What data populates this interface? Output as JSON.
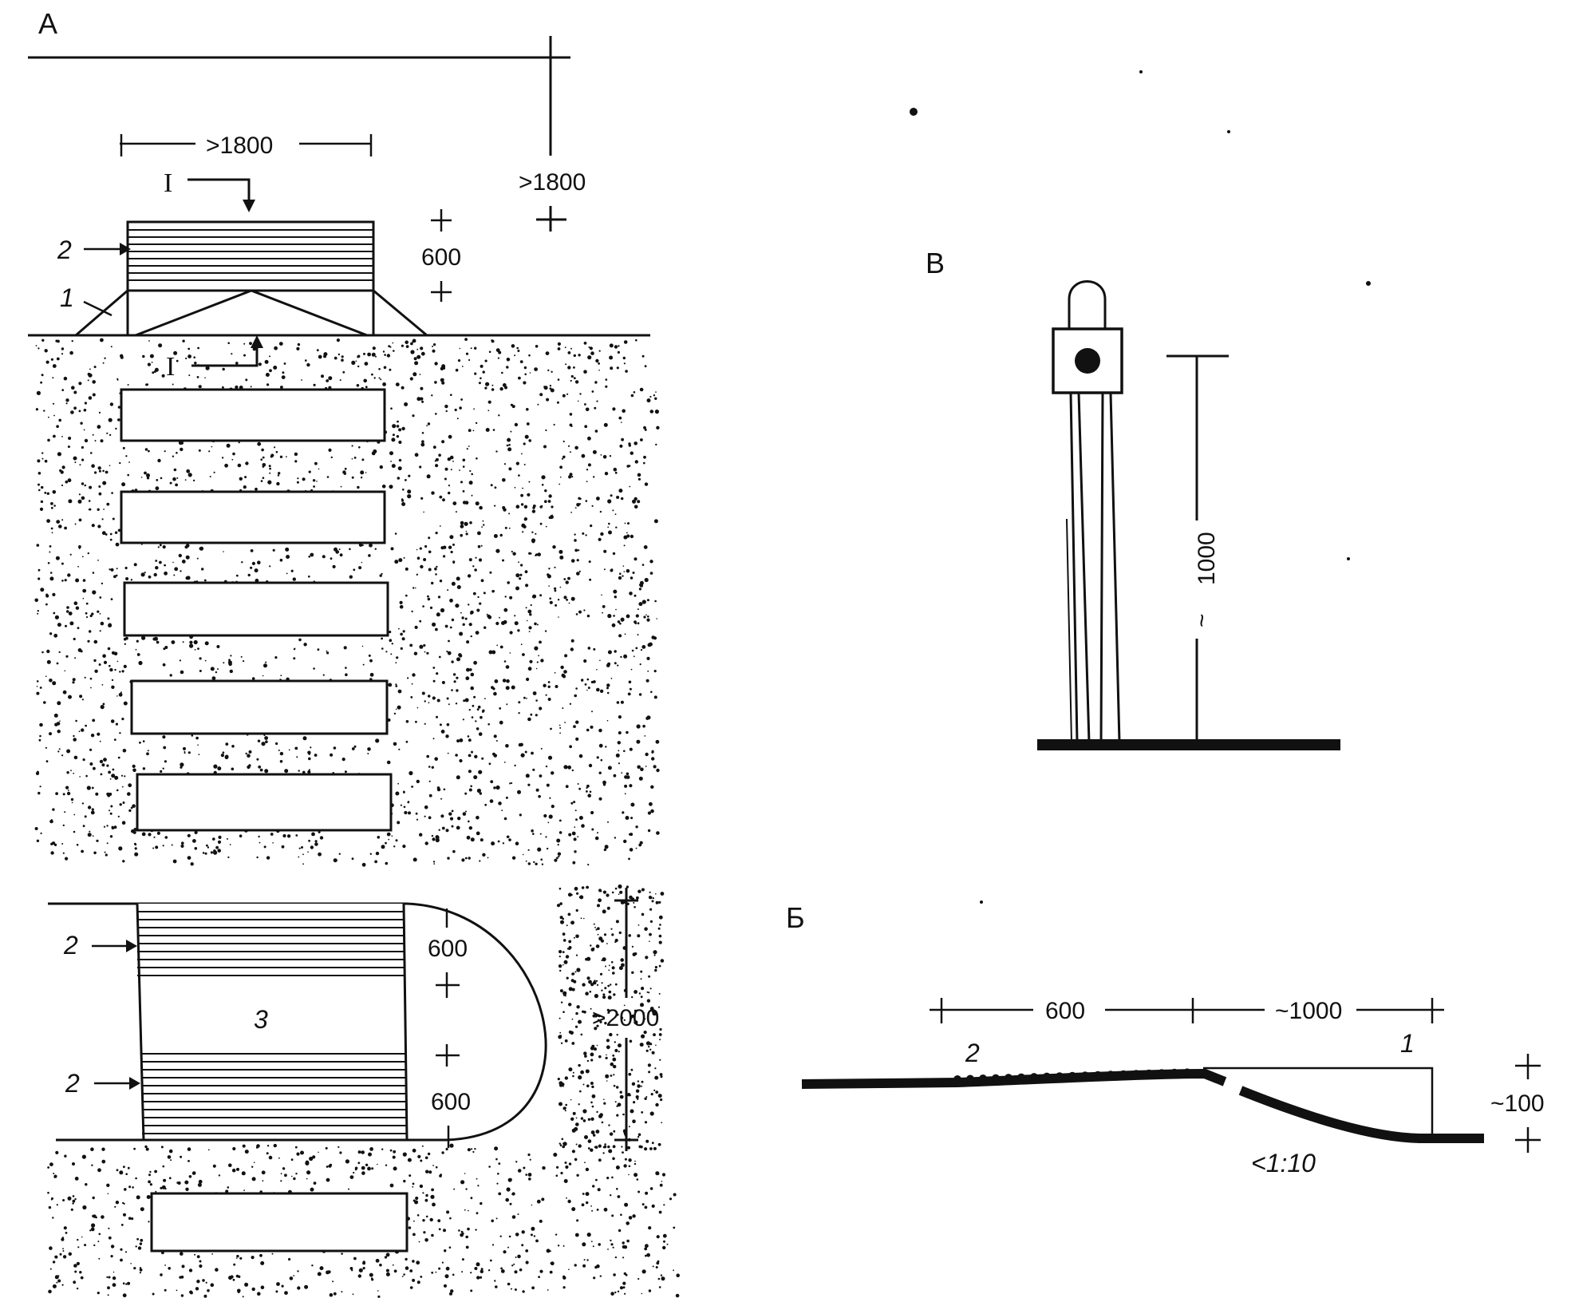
{
  "diagram": {
    "panel_a": {
      "label": "А",
      "dim_top_width": ">1800",
      "dim_top_right": ">1800",
      "dim_ramp_band": "600",
      "dim_band_upper": "600",
      "dim_band_lower": "600",
      "dim_island": ">2000",
      "section_mark": "I",
      "callout_ramp": "1",
      "callout_band": "2",
      "callout_island": "3"
    },
    "panel_b": {
      "label": "Б",
      "dim_band": "600",
      "dim_ramp": "~1000",
      "dim_height": "~100",
      "slope": "<1:10",
      "callout_band": "2",
      "callout_ramp": "1"
    },
    "panel_v": {
      "label": "В",
      "dim_height": "1000",
      "dim_prefix": "~"
    }
  },
  "colors": {
    "ink": "#111111",
    "paper": "#ffffff"
  }
}
